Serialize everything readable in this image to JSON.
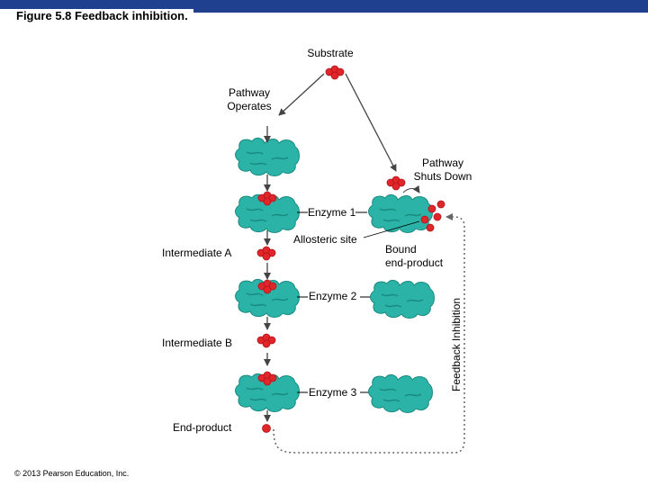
{
  "title": "Figure 5.8 Feedback inhibition.",
  "labels": {
    "substrate": "Substrate",
    "pathway_operates": "Pathway\nOperates",
    "pathway_shuts_down": "Pathway\nShuts Down",
    "enzyme1": "Enzyme 1",
    "allosteric_site": "Allosteric site",
    "bound_end_product": "Bound\nend-product",
    "intermediate_a": "Intermediate A",
    "enzyme2": "Enzyme 2",
    "intermediate_b": "Intermediate B",
    "enzyme3": "Enzyme 3",
    "end_product": "End-product",
    "feedback_inhibition": "Feedback Inhibition"
  },
  "copyright": "© 2013 Pearson Education, Inc.",
  "colors": {
    "title_bar": "#1f3f8f",
    "enzyme": "#2bb3a8",
    "enzyme_dark": "#1a8a80",
    "molecule": "#e0262b",
    "molecule_dark": "#b3151a",
    "arrow": "#444444",
    "dotted_path": "#666666"
  }
}
